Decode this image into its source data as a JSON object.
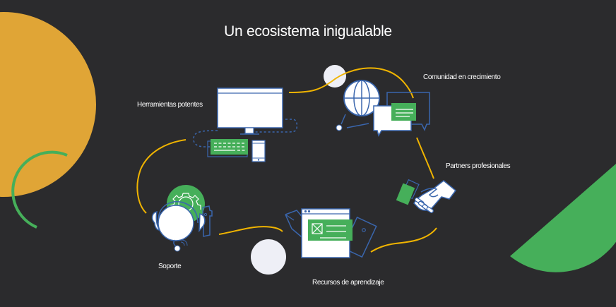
{
  "title": "Un ecosistema inigualable",
  "colors": {
    "background": "#2b2b2d",
    "yellow": "#e0a536",
    "green": "#46af5a",
    "blue_outline": "#3a66ad",
    "white": "#ffffff",
    "light_circle": "#eeeff6",
    "connector": "#f0b400"
  },
  "nodes": [
    {
      "id": "herramientas",
      "label": "Herramientas potentes",
      "icon": "desktop-keyboard-phone-icon"
    },
    {
      "id": "comunidad",
      "label": "Comunidad en crecimiento",
      "icon": "globe-chat-bubbles-icon"
    },
    {
      "id": "partners",
      "label": "Partners profesionales",
      "icon": "handshake-icon"
    },
    {
      "id": "recursos",
      "label": "Recursos de aprendizaje",
      "icon": "browser-document-ruler-pencil-icon"
    },
    {
      "id": "soporte",
      "label": "Soporte",
      "icon": "headset-gear-wrench-icon"
    }
  ]
}
